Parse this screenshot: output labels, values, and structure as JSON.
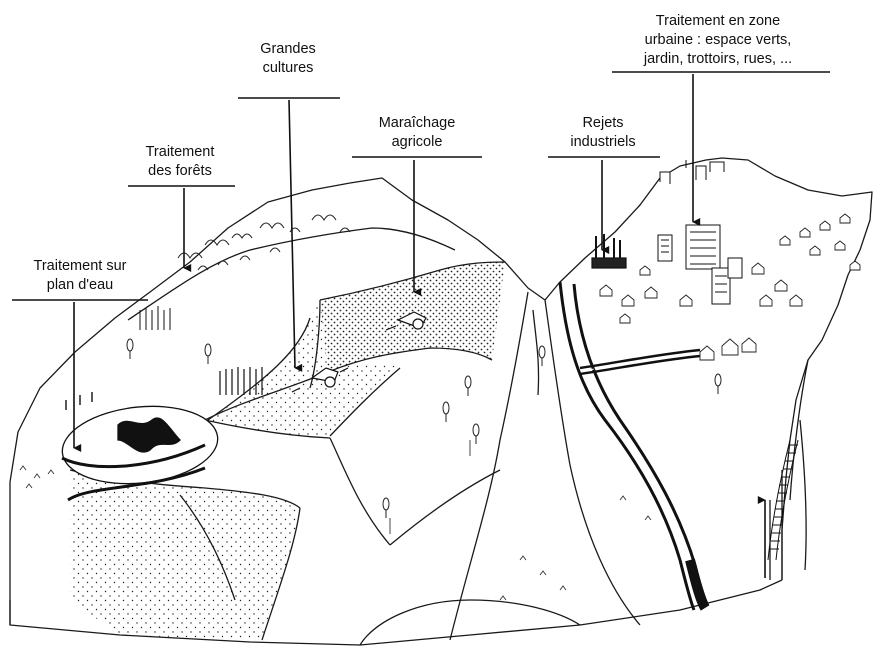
{
  "labels": {
    "urban": [
      "Traitement en zone",
      "urbaine : espace verts,",
      "jardin, trottoirs, rues, ..."
    ],
    "crops": [
      "Grandes",
      "cultures"
    ],
    "market": [
      "Maraîchage",
      "agricole"
    ],
    "industrial": [
      "Rejets",
      "industriels"
    ],
    "forest": [
      "Traitement",
      "des forêts"
    ],
    "water": [
      "Traitement sur",
      "plan d'eau"
    ]
  },
  "colors": {
    "ink": "#1a1a1a",
    "paper": "#ffffff"
  },
  "icons": [
    "tree-icon",
    "factory-icon",
    "building-icon",
    "tractor-icon",
    "arrow-down-icon",
    "arrow-up-icon"
  ]
}
